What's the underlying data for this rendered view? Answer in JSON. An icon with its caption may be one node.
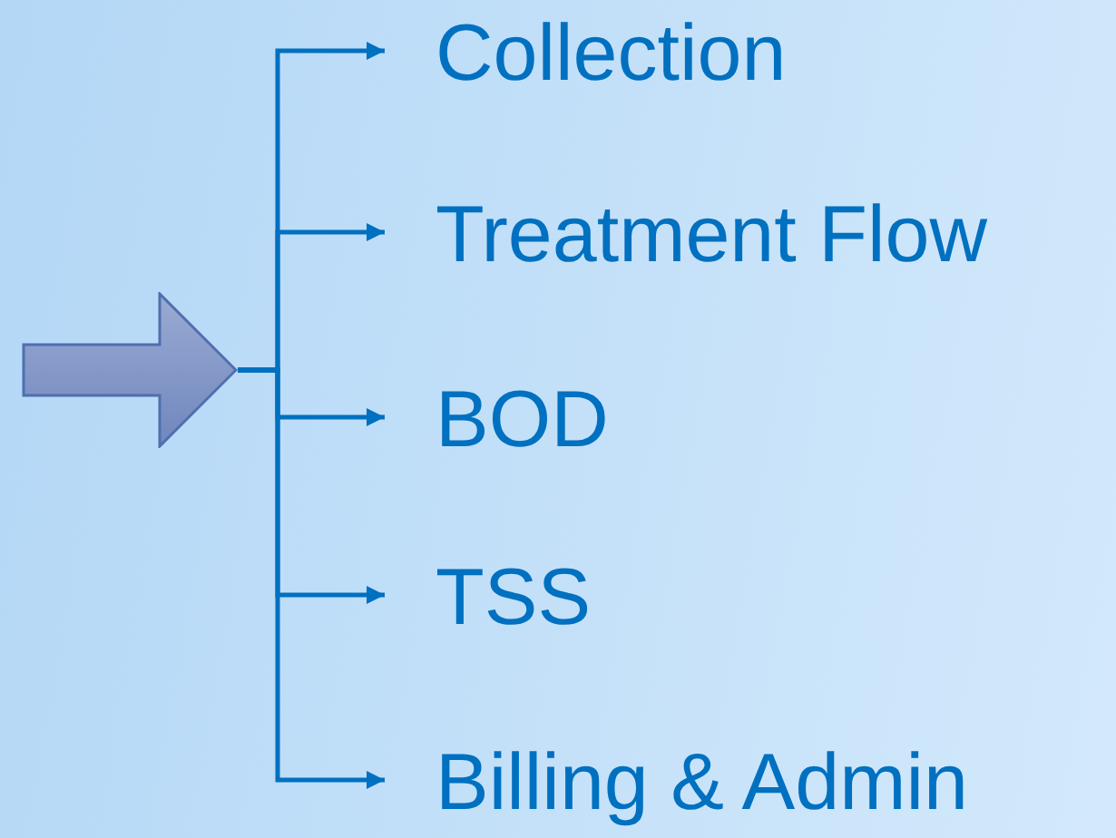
{
  "diagram": {
    "nodes": [
      {
        "text": [],
        "shape": "arrow"
      },
      {
        "text": [
          "Collection"
        ]
      },
      {
        "text": [
          "Treatment Flow"
        ]
      },
      {
        "text": [
          "BOD"
        ]
      },
      {
        "text": [
          "TSS"
        ]
      },
      {
        "text": [
          "Billing & Admin"
        ]
      }
    ],
    "edges": [
      {
        "from": 0,
        "to": 1,
        "arrow": "to"
      },
      {
        "from": 0,
        "to": 2,
        "arrow": "to"
      },
      {
        "from": 0,
        "to": 3,
        "arrow": "to"
      },
      {
        "from": 0,
        "to": 4,
        "arrow": "to"
      },
      {
        "from": 0,
        "to": 5,
        "arrow": "to"
      }
    ]
  }
}
